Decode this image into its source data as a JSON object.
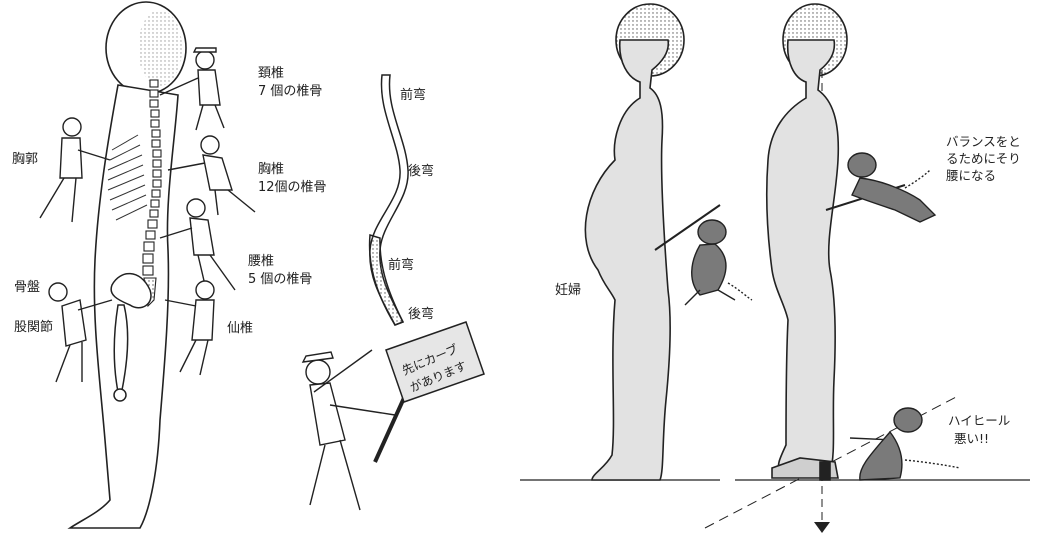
{
  "spine_diagram": {
    "labels": {
      "cervical": "頚椎",
      "cervical_count": "7 個の椎骨",
      "thoracic": "胸椎",
      "thoracic_count": "12個の椎骨",
      "lumbar": "腰椎",
      "lumbar_count": "5 個の椎骨",
      "sacrum": "仙椎",
      "thorax": "胸郭",
      "pelvis": "骨盤",
      "hip_joint": "股関節"
    },
    "curve_labels": {
      "lordosis_1": "前弯",
      "kyphosis_1": "後弯",
      "lordosis_2": "前弯",
      "kyphosis_2": "後弯"
    },
    "sign": {
      "line1": "先にカーブ",
      "line2": "があります"
    }
  },
  "posture_diagram": {
    "pregnant_label": "妊婦",
    "balance_note": {
      "line1": "バランスをと",
      "line2": "るためにそり",
      "line3": "腰になる"
    },
    "heel_note": {
      "line1": "ハイヒール",
      "line2": "悪い!!"
    }
  }
}
